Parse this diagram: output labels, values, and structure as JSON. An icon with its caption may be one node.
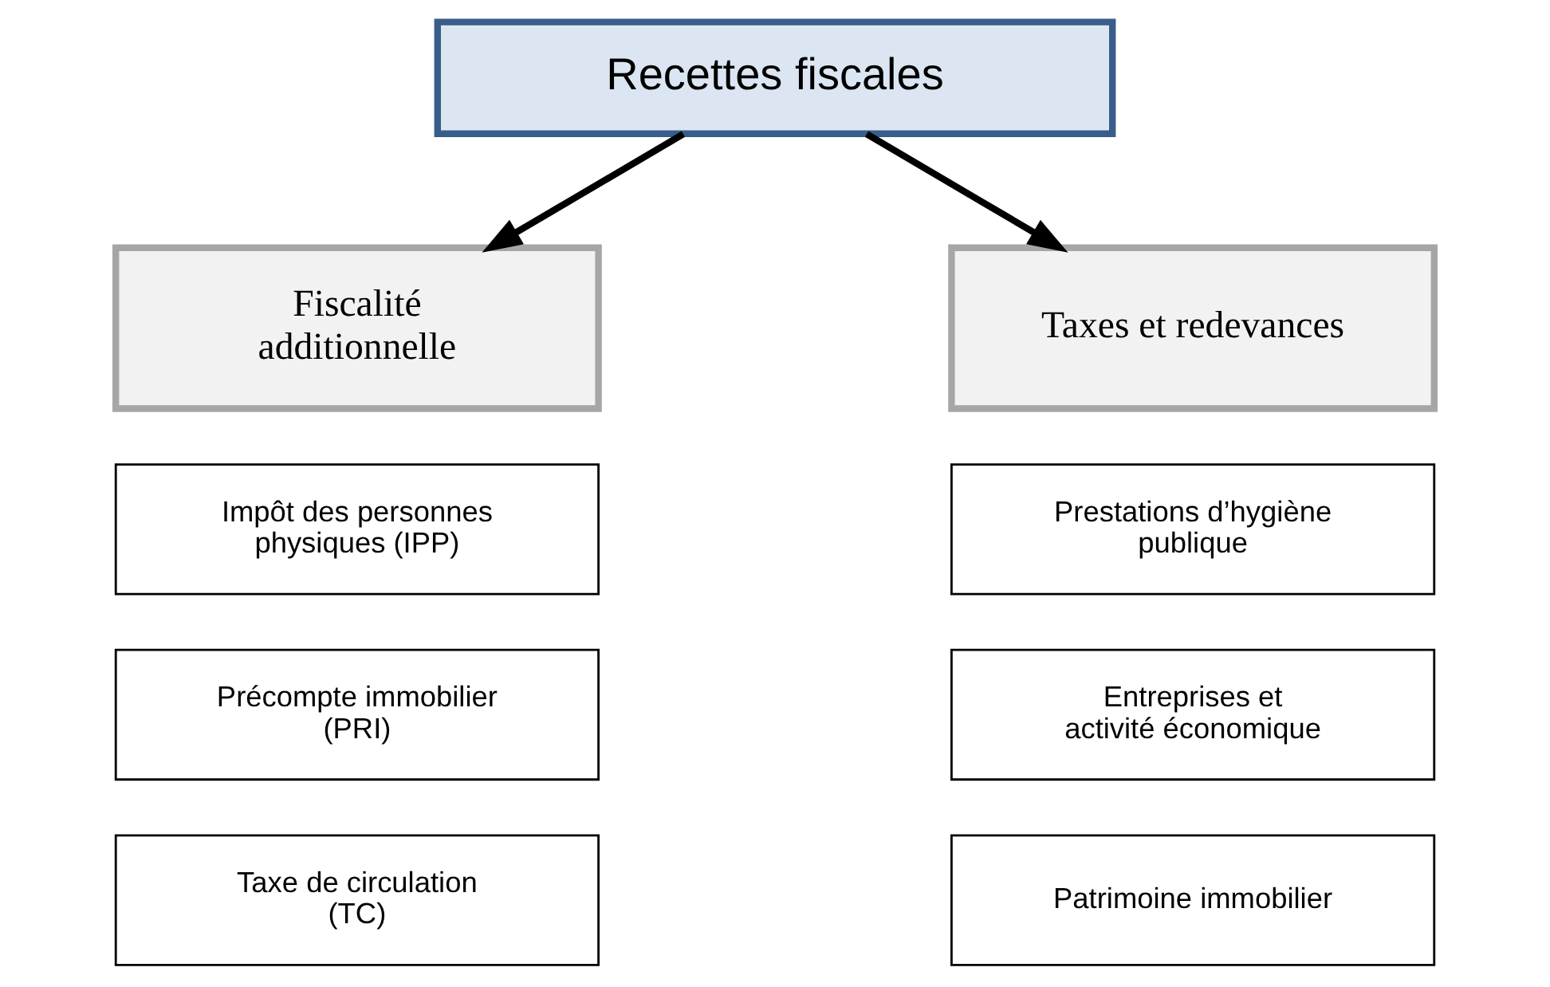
{
  "diagram": {
    "nodes": [
      {
        "text": [
          "Recettes fiscales"
        ]
      },
      {
        "text": [
          "Fiscalité additionnelle"
        ]
      },
      {
        "text": [
          "Taxes et redevances"
        ]
      },
      {
        "text": [
          "Impôt des personnes physiques (IPP)"
        ]
      },
      {
        "text": [
          "Précompte immobilier (PRI)"
        ]
      },
      {
        "text": [
          "Taxe de circulation (TC)"
        ]
      },
      {
        "text": [
          "Prestations d’hygiène publique"
        ]
      },
      {
        "text": [
          "Entreprises et activité économique"
        ]
      },
      {
        "text": [
          "Patrimoine immobilier"
        ]
      }
    ],
    "edges": [
      {
        "from": 0,
        "to": 1,
        "arrow": "to"
      },
      {
        "from": 0,
        "to": 2,
        "arrow": "to"
      }
    ]
  }
}
